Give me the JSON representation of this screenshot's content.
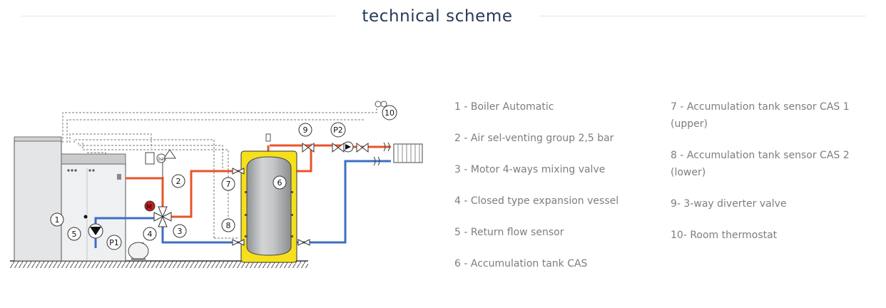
{
  "header": {
    "title": "technical scheme"
  },
  "scheme": {
    "callouts": [
      "1",
      "2",
      "3",
      "4",
      "5",
      "6",
      "7",
      "8",
      "9",
      "10"
    ],
    "pumps": [
      "P1",
      "P2"
    ],
    "motor": "M",
    "gauge": "bar",
    "colors": {
      "flow": "#e8542a",
      "return": "#3c6fc4",
      "insulation": "#f6e01c",
      "control": "#7a7a7a"
    }
  },
  "legend": {
    "col1": [
      "1 - Boiler Automatic",
      "2 - Air sel-venting group 2,5 bar",
      "3 - Motor 4-ways mixing valve",
      "4 - Closed type expansion vessel",
      "5 - Return flow sensor",
      "6 - Accumulation tank CAS"
    ],
    "col2": [
      "7 - Accumulation tank sensor CAS 1 (upper)",
      "8 - Accumulation tank sensor CAS 2 (lower)",
      "9- 3-way diverter valve",
      "10- Room thermostat"
    ]
  }
}
